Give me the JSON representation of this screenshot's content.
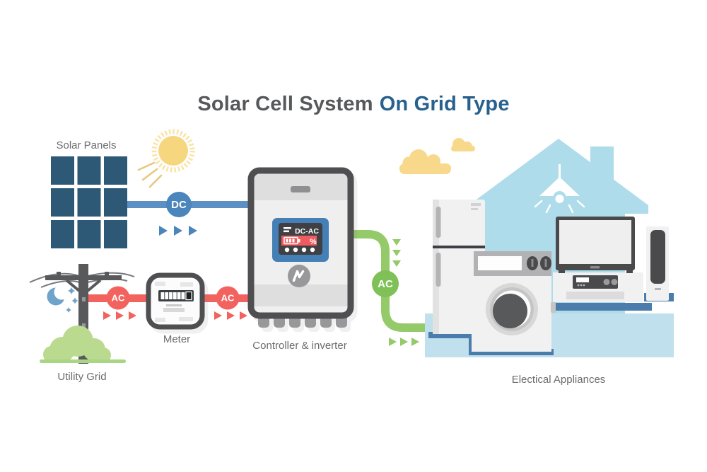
{
  "title": {
    "main": "Solar Cell System",
    "accent": "On Grid Type"
  },
  "labels": {
    "solar_panels": "Solar Panels",
    "meter": "Meter",
    "controller_inverter": "Controller & inverter",
    "utility_grid": "Utility Grid",
    "electrical_appliances": "Electical Appliances"
  },
  "badges": {
    "dc": "DC",
    "ac_utility": "AC",
    "ac_meter": "AC",
    "ac_output": "AC"
  },
  "inverter": {
    "display_mode": "DC-AC",
    "display_percent": "%"
  },
  "flows": [
    {
      "from": "Solar Panels",
      "to": "Controller & inverter",
      "type": "DC"
    },
    {
      "from": "Utility Grid",
      "to": "Meter",
      "type": "AC"
    },
    {
      "from": "Meter",
      "to": "Controller & inverter",
      "type": "AC"
    },
    {
      "from": "Controller & inverter",
      "to": "Electical Appliances",
      "type": "AC"
    }
  ],
  "icons": {
    "sun": "sun-icon",
    "moon": "crescent-moon-icon",
    "stars": "stars-icon",
    "clouds": "cloud-icon",
    "lamp": "pendant-lamp-icon",
    "bolt_logo": "bolt-logo-icon",
    "battery": "battery-icon",
    "flow_arrows": "flow-arrow-icon"
  },
  "colors": {
    "title_gray": "#57585a",
    "title_blue": "#28618e",
    "label_gray": "#6b6c6e",
    "panel_blue": "#2d5977",
    "wire_blue": "#5c8fc4",
    "badge_blue": "#4a85bb",
    "wire_red": "#f2635f",
    "wire_green": "#94ca69",
    "badge_green": "#7fc057",
    "sun_yellow": "#f6d67f",
    "sun_halo": "#fae3a4",
    "cloud_yellow": "#f8d98b",
    "house_blue": "#aedcea",
    "platform_blue": "#bfe0ec",
    "platform_edge": "#4a7dab",
    "device_border": "#4f4f51",
    "device_body": "#efefef",
    "device_band": "#dedede",
    "display_blue": "#447fb5",
    "screen_dark": "#3f4043",
    "alarm_red": "#ef5b5e",
    "mid_gray": "#98989a",
    "dark_gray": "#58595b",
    "appliance_white": "#f1f1f2",
    "appliance_gray": "#b2b2b4",
    "frame_dark": "#4a4a4c",
    "bush_green": "#bada90",
    "ground_green": "#a9d584",
    "moon_blue": "#6fa3cb"
  }
}
